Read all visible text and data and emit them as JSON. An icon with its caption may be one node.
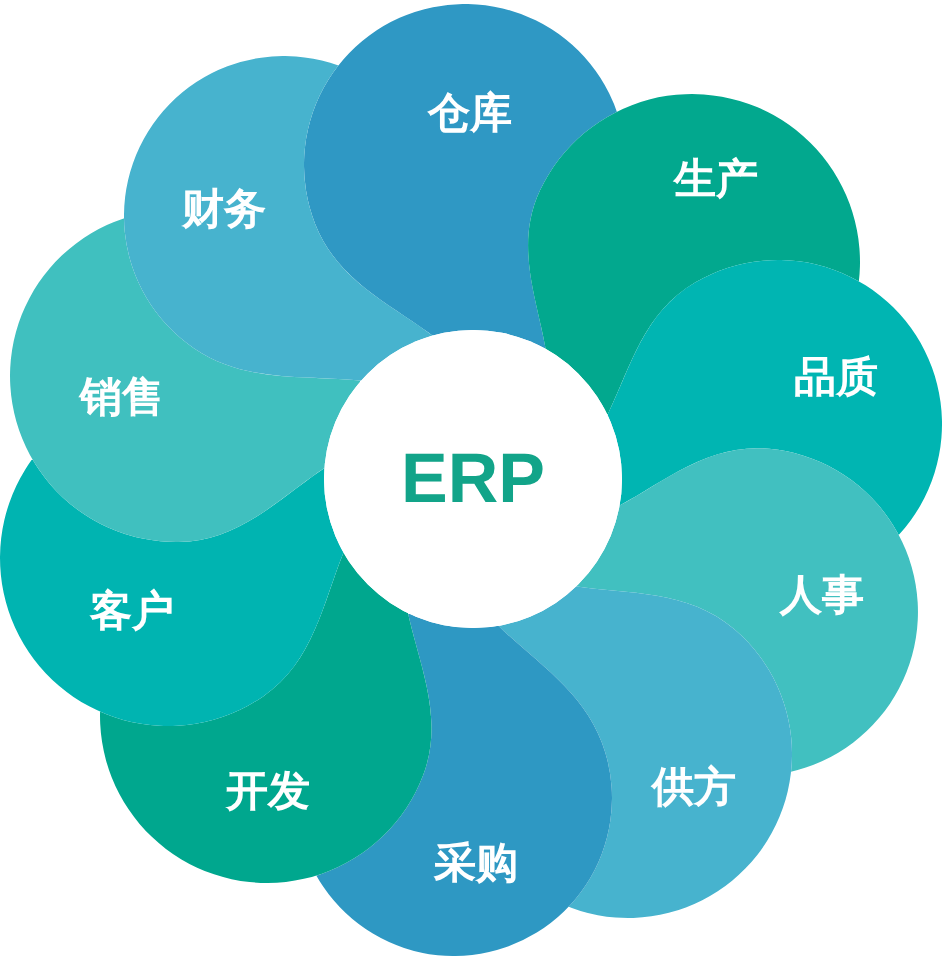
{
  "diagram": {
    "nodes": [
      {
        "text": [
          "ERP"
        ]
      },
      {
        "text": [
          "仓库"
        ]
      },
      {
        "text": [
          "生产"
        ]
      },
      {
        "text": [
          "品质"
        ]
      },
      {
        "text": [
          "人事"
        ]
      },
      {
        "text": [
          "供方"
        ]
      },
      {
        "text": [
          "采购"
        ]
      },
      {
        "text": [
          "开发"
        ]
      },
      {
        "text": [
          "客户"
        ]
      },
      {
        "text": [
          "销售"
        ]
      },
      {
        "text": [
          "财务"
        ]
      }
    ]
  }
}
